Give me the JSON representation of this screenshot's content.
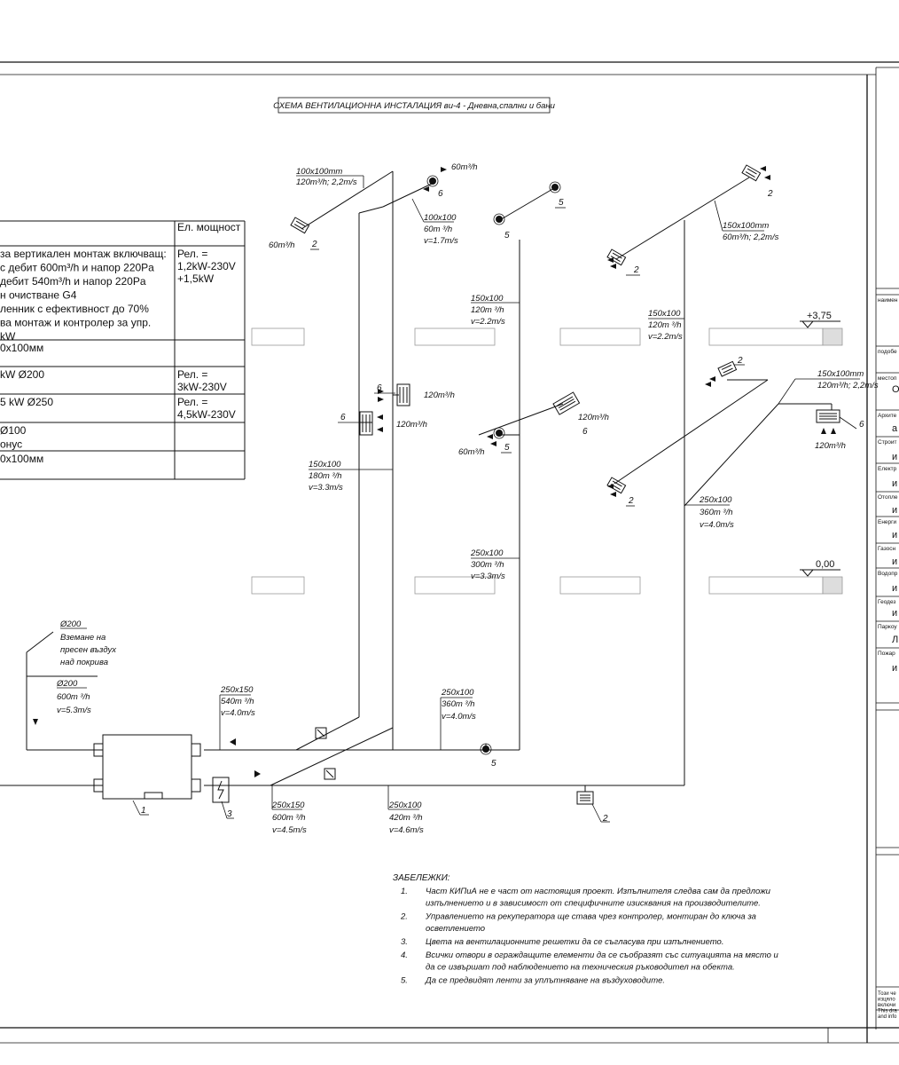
{
  "title": "СХЕМА ВЕНТИЛАЦИОННА ИНСТАЛАЦИЯ  ви-4 - Дневна,спални и бани",
  "spec_table": {
    "header": "Ел. мощност",
    "rows": [
      {
        "desc": [
          "за вертикален монтаж включващ:",
          "с дебит 600m³/h и напор 220Pa",
          "дебит 540m³/h и напор 220Pa",
          "н очистване G4",
          "ленник с ефективност до 70%",
          "ва монтаж и контролер за упр.",
          "kW"
        ],
        "power": [
          "Рел. =",
          "1,2kW-230V",
          "+1,5kW"
        ]
      },
      {
        "desc": [
          "0x100мм"
        ],
        "power": []
      },
      {
        "desc": [
          "kW Ø200"
        ],
        "power": [
          "Рел. =",
          "3kW-230V"
        ]
      },
      {
        "desc": [
          "5 kW Ø250"
        ],
        "power": [
          "Рел. =",
          "4,5kW-230V"
        ]
      },
      {
        "desc": [
          "Ø100",
          "онус"
        ],
        "power": []
      },
      {
        "desc": [
          "0x100мм"
        ],
        "power": []
      }
    ]
  },
  "duct_labels": {
    "d1": [
      "100x100mm",
      "120m³/h; 2,2m/s"
    ],
    "d2": [
      "100x100",
      "60m ³/h",
      "v=1.7m/s"
    ],
    "d3": [
      "150x100",
      "120m ³/h",
      "v=2.2m/s"
    ],
    "d4": [
      "150x100",
      "120m ³/h",
      "v=2.2m/s"
    ],
    "d5": [
      "150x100mm",
      "60m³/h; 2,2m/s"
    ],
    "d6": [
      "150x100mm",
      "120m³/h; 2,2m/s"
    ],
    "d7": [
      "150x100",
      "180m ³/h",
      "v=3.3m/s"
    ],
    "d8": [
      "250x100",
      "300m ³/h",
      "v=3.3m/s"
    ],
    "d9": [
      "250x100",
      "360m ³/h",
      "v=4.0m/s"
    ],
    "d10": [
      "250x150",
      "540m ³/h",
      "v=4.0m/s"
    ],
    "d11": [
      "250x100",
      "360m ³/h",
      "v=4.0m/s"
    ],
    "d12": [
      "250x150",
      "600m ³/h",
      "v=4.5m/s"
    ],
    "d13": [
      "250x100",
      "420m ³/h",
      "v=4.6m/s"
    ],
    "intake_top": [
      "Ø200",
      "Вземане на",
      "пресен въздух",
      "над покрива"
    ],
    "intake_duct": [
      "Ø200",
      "600m ³/h",
      "v=5.3m/s"
    ]
  },
  "flow_labels": {
    "f60a": "60m³/h",
    "f60b": "60m³/h",
    "f120a": "120m³/h",
    "f120b": "120m³/h",
    "f120c": "120m³/h",
    "f120d": "120m³/h",
    "f60c": "60m³/h"
  },
  "markers": {
    "n1": "1",
    "n2a": "2",
    "n2b": "2",
    "n2c": "2",
    "n2d": "2",
    "n2e": "2",
    "n2f": "2",
    "n3": "3",
    "n5a": "5",
    "n5b": "5",
    "n5c": "5",
    "n5d": "5",
    "n6a": "6",
    "n6b": "6",
    "n6c": "6",
    "n6d": "6",
    "n6e": "6"
  },
  "levels": {
    "top": "+3,75",
    "bottom": "0,00"
  },
  "notes": {
    "heading": "ЗАБЕЛЕЖКИ:",
    "items": [
      {
        "num": "1.",
        "lines": [
          "Част КИПиА не е част от настоящия проект. Изпълнителя следва сам да предложи",
          "изпълнението и в зависимост от специфичните изисквания на производителите."
        ]
      },
      {
        "num": "2.",
        "lines": [
          "Управлението на рекуператора ще става чрез контролер, монтиран до ключа за",
          "осветлението"
        ]
      },
      {
        "num": "3.",
        "lines": [
          "Цвета на вентилационните решетки да се съгласува при изпълнението."
        ]
      },
      {
        "num": "4.",
        "lines": [
          "Всички отвори в ограждащите елементи да се съобразят със ситуацията на място и",
          "да се извършат под наблюдението на техническия ръководител на обекта."
        ]
      },
      {
        "num": "5.",
        "lines": [
          " Да се предвидят ленти за уплътняване на въздуховодите."
        ]
      }
    ]
  },
  "title_block": {
    "cells": [
      "наимен",
      "подобе",
      "местоп",
      "О",
      "Архите",
      "а",
      "Строит",
      "и",
      "Електр",
      "и",
      "Отопле",
      "и",
      "Енерги",
      "и",
      "Газосн",
      "и",
      "Водопр",
      "и",
      "Геодез",
      "и",
      "Паркоу",
      "Л",
      "Пожар",
      "и"
    ],
    "footer": [
      "Този че",
      "изцяло",
      "включи",
      "This dra",
      "and info"
    ]
  }
}
